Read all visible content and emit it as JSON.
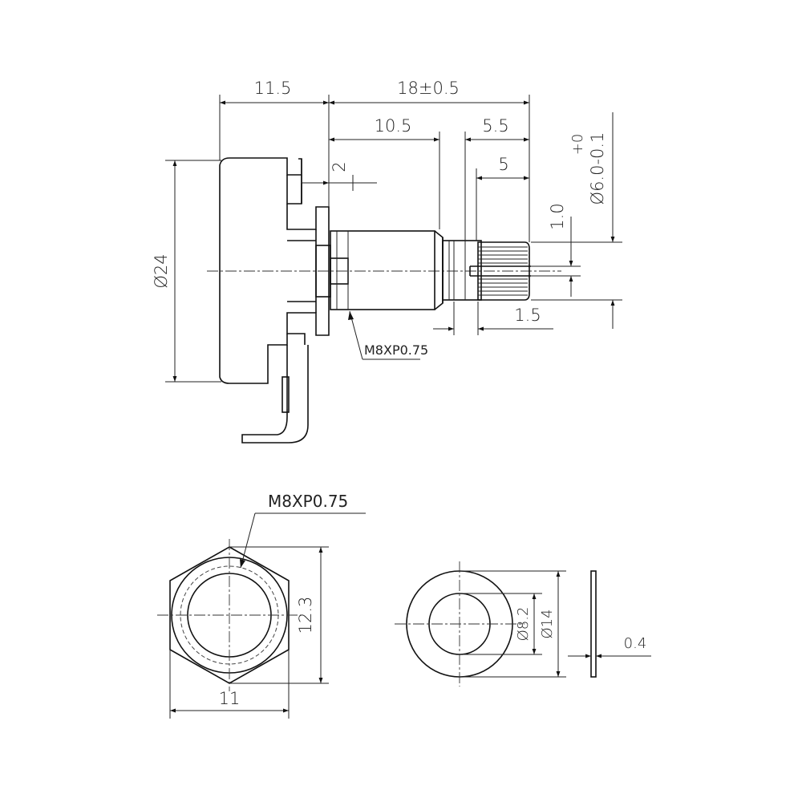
{
  "side_view": {
    "dim_body_length": "11.5",
    "dim_total_shaft": "18±0.5",
    "dim_bushing_length": "10.5",
    "dim_knurl_length": "5.5",
    "dim_flange": "2",
    "dim_slot_depth": "5",
    "dim_slot_width": "1.0",
    "dim_groove": "1.5",
    "dim_shaft_dia": "Ø6.0",
    "dim_shaft_tol_upper": "+0",
    "dim_shaft_tol_lower": "-0.1",
    "dim_body_dia": "Ø24",
    "thread_label": "M8XP0.75"
  },
  "nut_view": {
    "thread_label": "M8XP0.75",
    "dim_across_corners": "12.3",
    "dim_across_flats": "11"
  },
  "washer_view": {
    "dim_inner_dia": "Ø8.2",
    "dim_outer_dia": "Ø14",
    "dim_thickness": "0.4"
  }
}
